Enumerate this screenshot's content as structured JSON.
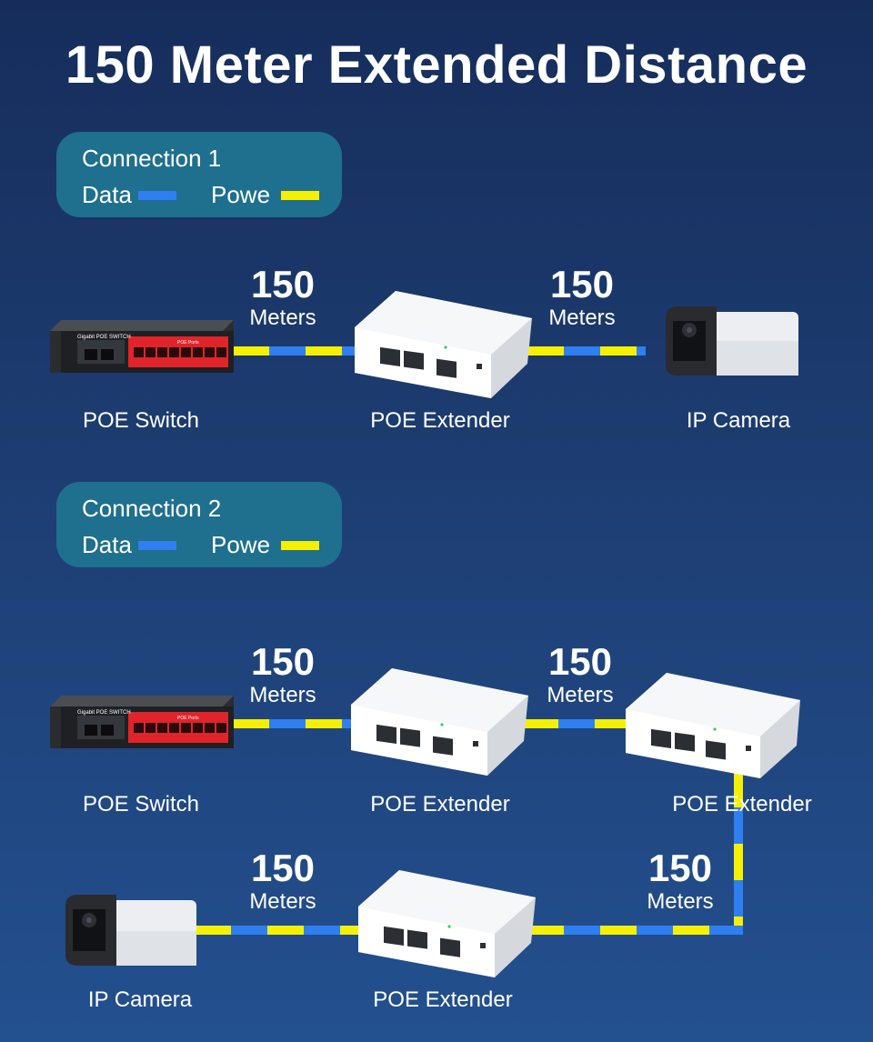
{
  "title": "150 Meter Extended Distance",
  "connection1": {
    "legend": {
      "title": "Connection 1",
      "data_label": "Data",
      "power_label": "Powe"
    },
    "distances": [
      {
        "value": "150",
        "unit": "Meters"
      },
      {
        "value": "150",
        "unit": "Meters"
      }
    ],
    "devices": [
      "POE Switch",
      "POE Extender",
      "IP Camera"
    ]
  },
  "connection2": {
    "legend": {
      "title": "Connection 2",
      "data_label": "Data",
      "power_label": "Powe"
    },
    "distances": [
      {
        "value": "150",
        "unit": "Meters"
      },
      {
        "value": "150",
        "unit": "Meters"
      },
      {
        "value": "150",
        "unit": "Meters"
      },
      {
        "value": "150",
        "unit": "Meters"
      }
    ],
    "devices": [
      "POE Switch",
      "POE Extender",
      "POE Extender",
      "IP Camera",
      "POE Extender"
    ]
  },
  "switch_text": {
    "brand": "Gigabit POE SWITCH",
    "ports": "POE Ports"
  },
  "colors": {
    "data": "#2f7ff0",
    "power": "#f5f000",
    "legend_bg": "#1f6f8e",
    "switch_ports": "#e0242a"
  },
  "icons": [
    "poe-switch-icon",
    "poe-extender-icon",
    "ip-camera-icon"
  ]
}
